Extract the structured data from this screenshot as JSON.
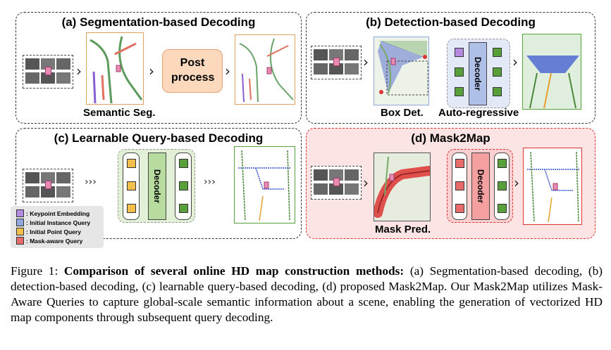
{
  "panels": {
    "a": {
      "title": "(a) Segmentation-based Decoding",
      "post_process": "Post process",
      "label": "Semantic Seg."
    },
    "b": {
      "title": "(b) Detection-based Decoding",
      "label_box": "Box Det.",
      "label_ar": "Auto-regressive",
      "decoder": "Decoder"
    },
    "c": {
      "title": "(c) Learnable Query-based Decoding",
      "decoder": "Decoder"
    },
    "d": {
      "title": "(d) Mask2Map",
      "label": "Mask Pred.",
      "decoder": "Decoder"
    }
  },
  "legend": [
    {
      "label": ": Keypoint Embedding",
      "color": "#b48be0"
    },
    {
      "label": ": Initial Instance Query",
      "color": "#8fa8e0"
    },
    {
      "label": ": Initial Point Query",
      "color": "#f2c04a"
    },
    {
      "label": ": Mask-aware Query",
      "color": "#e86b6b"
    }
  ],
  "colors": {
    "query_green": "#5aa03a",
    "panel_d_bg": "#fde4e4",
    "post_process_bg": "#fcd9bd"
  },
  "caption": {
    "prefix": "Figure 1: ",
    "bold": "Comparison of several online HD map construction methods:",
    "rest": " (a) Segmentation-based decoding, (b) detection-based decoding, (c) learnable query-based decoding, (d) proposed Mask2Map. Our Mask2Map utilizes Mask-Aware Queries to capture global-scale semantic information about a scene, enabling the generation of vectorized HD map components through subsequent query decoding."
  }
}
